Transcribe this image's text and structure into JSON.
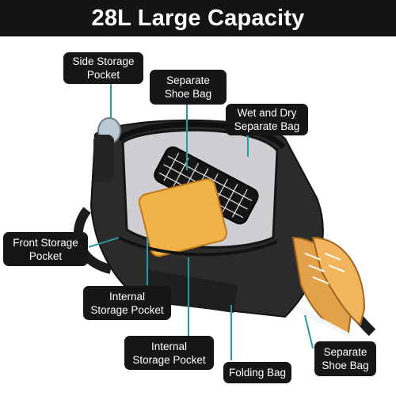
{
  "title": "28L Large Capacity",
  "callouts": {
    "side_storage": [
      "Side Storage",
      "Pocket"
    ],
    "separate_shoe_top": [
      "Separate",
      "Shoe Bag"
    ],
    "wet_dry": [
      "Wet and Dry",
      "Separate Bag"
    ],
    "front_storage": [
      "Front Storage",
      "Pocket"
    ],
    "internal_1": [
      "Internal",
      "Storage Pocket"
    ],
    "internal_2": [
      "Internal",
      "Storage Pocket"
    ],
    "folding": [
      "Folding Bag"
    ],
    "separate_shoe_bottom": [
      "Separate",
      "Shoe Bag"
    ]
  },
  "colors": {
    "title_bg": "#141414",
    "callout_bg": "#161616",
    "leader_line": "#2a9aa0",
    "bag_body": "#2b2b2b",
    "shoe_bag_panel": "#f2b24a"
  }
}
